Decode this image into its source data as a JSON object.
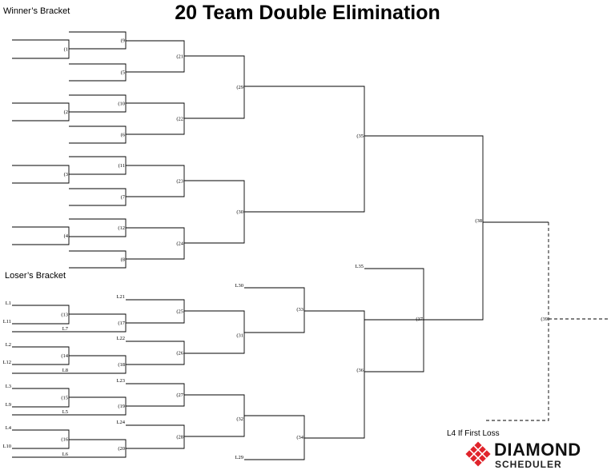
{
  "title": "20 Team Double Elimination",
  "winners_label": "Winner’s Bracket",
  "losers_label": "Loser’s Bracket",
  "if_first_loss": "L4 If First Loss",
  "logo": {
    "word": "DIAMOND",
    "sub": "SCHEDULER",
    "brand_color": "#e0242b"
  },
  "line_color": "#000000",
  "games": {
    "g1": "(1",
    "g2": "(2",
    "g3": "(3",
    "g4": "(4",
    "g5": "(5",
    "g6": "(6",
    "g7": "(7",
    "g8": "(8",
    "g9": "(9",
    "g10": "(10",
    "g11": "(11",
    "g12": "(12",
    "g13": "(13",
    "g14": "(14",
    "g15": "(15",
    "g16": "(16",
    "g17": "(17",
    "g18": "(18",
    "g19": "(19",
    "g20": "(20",
    "g21": "(21",
    "g22": "(22",
    "g23": "(23",
    "g24": "(24",
    "g25": "(25",
    "g26": "(26",
    "g27": "(27",
    "g28": "(28",
    "g29": "(29",
    "g30": "(30",
    "g31": "(31",
    "g32": "(32",
    "g33": "(33",
    "g34": "(34",
    "g35": "(35",
    "g36": "(36",
    "g37": "(37",
    "g38": "(38",
    "g39": "(39"
  },
  "seeds": {
    "L1": "L1",
    "L11": "L11",
    "L7": "L7",
    "L2": "L2",
    "L12": "L12",
    "L8": "L8",
    "L3": "L3",
    "L9": "L9",
    "L5": "L5",
    "L4": "L4",
    "L10": "L10",
    "L6": "L6",
    "L21": "L21",
    "L22": "L22",
    "L23": "L23",
    "L24": "L24",
    "L30": "L30",
    "L29": "L29",
    "L35": "L35"
  }
}
